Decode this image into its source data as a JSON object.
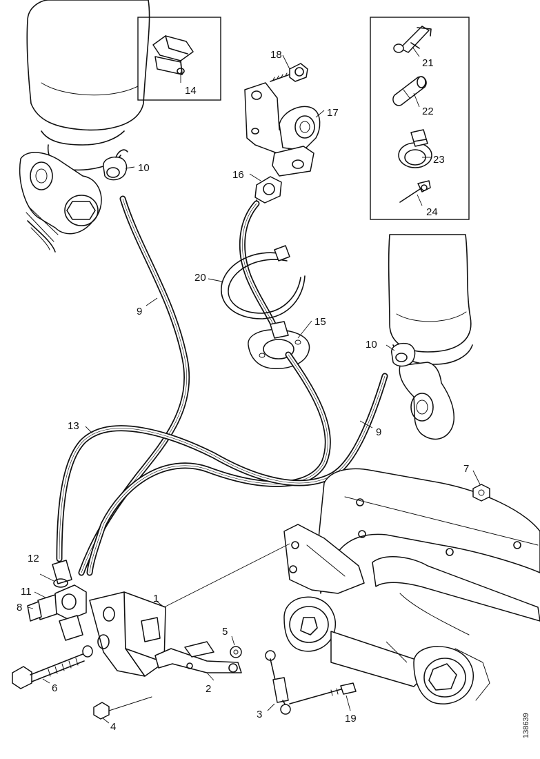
{
  "figure_number": "138639",
  "callouts": [
    {
      "id": "c1",
      "label": "1"
    },
    {
      "id": "c2",
      "label": "2"
    },
    {
      "id": "c3",
      "label": "3"
    },
    {
      "id": "c4",
      "label": "4"
    },
    {
      "id": "c5",
      "label": "5"
    },
    {
      "id": "c6",
      "label": "6"
    },
    {
      "id": "c7",
      "label": "7"
    },
    {
      "id": "c8",
      "label": "8"
    },
    {
      "id": "c9a",
      "label": "9"
    },
    {
      "id": "c9b",
      "label": "9"
    },
    {
      "id": "c10a",
      "label": "10"
    },
    {
      "id": "c10b",
      "label": "10"
    },
    {
      "id": "c11",
      "label": "11"
    },
    {
      "id": "c12",
      "label": "12"
    },
    {
      "id": "c13",
      "label": "13"
    },
    {
      "id": "c14",
      "label": "14"
    },
    {
      "id": "c15",
      "label": "15"
    },
    {
      "id": "c16",
      "label": "16"
    },
    {
      "id": "c17",
      "label": "17"
    },
    {
      "id": "c18",
      "label": "18"
    },
    {
      "id": "c19",
      "label": "19"
    },
    {
      "id": "c20",
      "label": "20"
    },
    {
      "id": "c21",
      "label": "21"
    },
    {
      "id": "c22",
      "label": "22"
    },
    {
      "id": "c23",
      "label": "23"
    },
    {
      "id": "c24",
      "label": "24"
    }
  ]
}
